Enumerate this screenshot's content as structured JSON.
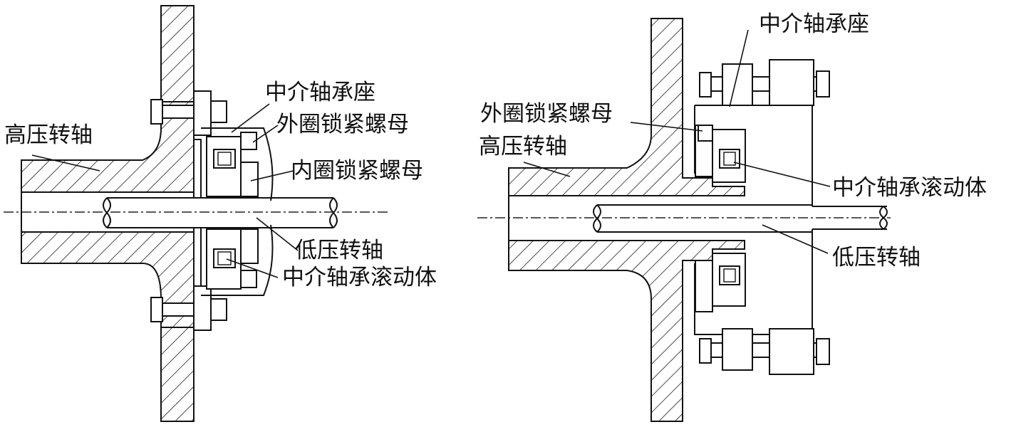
{
  "left_panel": {
    "labels": {
      "bearing_housing": "中介轴承座",
      "outer_lock_nut": "外圈锁紧螺母",
      "high_pressure_shaft": "高压转轴",
      "inner_lock_nut": "内圈锁紧螺母",
      "low_pressure_shaft": "低压转轴",
      "rolling_element": "中介轴承滚动体"
    }
  },
  "right_panel": {
    "labels": {
      "bearing_housing": "中介轴承座",
      "outer_lock_nut": "外圈锁紧螺母",
      "high_pressure_shaft": "高压转轴",
      "rolling_element": "中介轴承滚动体",
      "low_pressure_shaft": "低压转轴"
    }
  },
  "colors": {
    "line": "#111111",
    "background": "#ffffff"
  }
}
